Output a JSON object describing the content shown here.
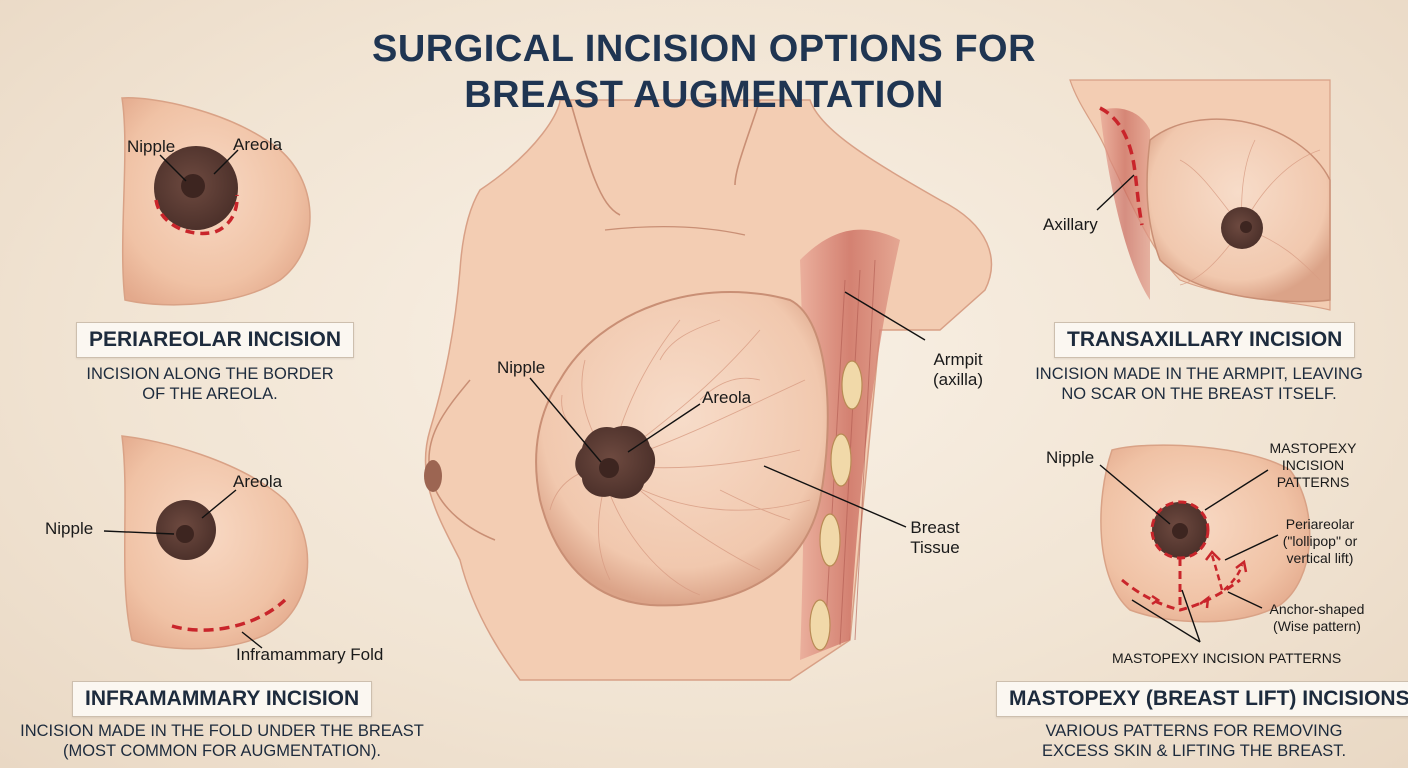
{
  "title": {
    "line1": "SURGICAL INCISION OPTIONS FOR",
    "line2": "BREAST AUGMENTATION"
  },
  "periareolar": {
    "heading": "PERIAREOLAR INCISION",
    "desc_line1": "INCISION ALONG THE BORDER",
    "desc_line2": "OF THE AREOLA.",
    "label_nipple": "Nipple",
    "label_areola": "Areola"
  },
  "inframammary": {
    "heading": "INFRAMAMMARY INCISION",
    "desc_line1": "INCISION MADE IN THE FOLD UNDER THE BREAST",
    "desc_line2": "(MOST COMMON FOR AUGMENTATION).",
    "label_areola": "Areola",
    "label_nipple": "Nipple",
    "label_fold": "Inframammary Fold"
  },
  "center": {
    "label_nipple": "Nipple",
    "label_areola": "Areola",
    "label_armpit_1": "Armpit",
    "label_armpit_2": "(axilla)",
    "label_tissue_1": "Breast",
    "label_tissue_2": "Tissue"
  },
  "transaxillary": {
    "heading": "TRANSAXILLARY INCISION",
    "desc_line1": "INCISION MADE IN THE ARMPIT, LEAVING",
    "desc_line2": "NO SCAR ON THE BREAST ITSELF.",
    "label_axillary": "Axillary"
  },
  "mastopexy": {
    "heading": "MASTOPEXY (BREAST LIFT) INCISIONS",
    "desc_line1": "VARIOUS PATTERNS FOR REMOVING",
    "desc_line2": "EXCESS SKIN & LIFTING THE BREAST.",
    "label_nipple": "Nipple",
    "label_patterns_1": "MASTOPEXY",
    "label_patterns_2": "INCISION",
    "label_patterns_3": "PATTERNS",
    "label_peri_1": "Periareolar",
    "label_peri_2": "(\"lollipop\" or",
    "label_peri_3": "vertical lift)",
    "label_anchor_1": "Anchor-shaped",
    "label_anchor_2": "(Wise pattern)",
    "label_bottom": "MASTOPEXY INCISION PATTERNS"
  },
  "colors": {
    "skin": "#f3c9ae",
    "skin_shadow": "#e2a98d",
    "areola": "#5b3d35",
    "incision": "#c9252b",
    "muscle": "#c86f63",
    "title": "#1f3552"
  }
}
